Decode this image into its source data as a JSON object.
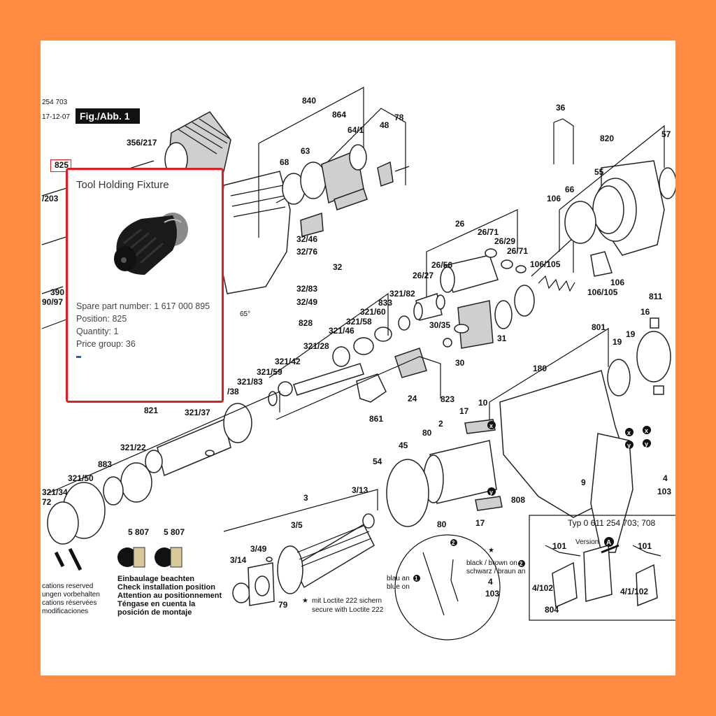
{
  "header": {
    "doc_number": "254 703",
    "date": "17-12-07",
    "fig_label": "Fig./Abb. 1"
  },
  "popup": {
    "title": "Tool Holding Fixture",
    "spare_part_label": "Spare part number:",
    "spare_part_value": "1 617 000 895",
    "position_label": "Position:",
    "position_value": "825",
    "quantity_label": "Quantity:",
    "quantity_value": "1",
    "price_group_label": "Price group:",
    "price_group_value": "36"
  },
  "callouts": {
    "c825": "825",
    "c356_217": "356/217",
    "c203": "/203",
    "c840": "840",
    "c864": "864",
    "c64_1": "64/1",
    "c48": "48",
    "c78": "78",
    "c68": "68",
    "c63": "63",
    "c36": "36",
    "c820": "820",
    "c57": "57",
    "c55": "55",
    "c66": "66",
    "c106a": "106",
    "c26": "26",
    "c26_71a": "26/71",
    "c26_29": "26/29",
    "c26_71b": "26/71",
    "c26_56": "26/56",
    "c26_27": "26/27",
    "c106_105a": "106/105",
    "c106b": "106",
    "c106_105b": "106/105",
    "c32_46": "32/46",
    "c32_76": "32/76",
    "c32": "32",
    "c32_83": "32/83",
    "c32_49": "32/49",
    "c65": "65°",
    "c390": "390",
    "c90_97": "90/97",
    "c321_82": "321/82",
    "c833": "833",
    "c321_60": "321/60",
    "c321_58": "321/58",
    "c321_46": "321/46",
    "c828": "828",
    "c321_28": "321/28",
    "c30_35": "30/35",
    "c31": "31",
    "c30": "30",
    "c811": "811",
    "c16": "16",
    "c801": "801",
    "c19a": "19",
    "c19b": "19",
    "c321_42": "321/42",
    "c321_59": "321/59",
    "c321_83": "321/83",
    "c38": "/38",
    "c24": "24",
    "c861": "861",
    "c823": "823",
    "c180": "180",
    "c10": "10",
    "c821": "821",
    "c321_37": "321/37",
    "c17a": "17",
    "c2": "2",
    "c80a": "80",
    "c45": "45",
    "c321_22": "321/22",
    "c883": "883",
    "c321_50": "321/50",
    "c321_34": "321/34",
    "c72": "72",
    "c54": "54",
    "c3_13": "3/13",
    "c3": "3",
    "c3_5": "3/5",
    "c3_49": "3/49",
    "c3_14": "3/14",
    "c79": "79",
    "c808": "808",
    "c9": "9",
    "c80b": "80",
    "c17b": "17",
    "c4a": "4",
    "c103a": "103",
    "c5a": "5",
    "c807a": "807",
    "c5b": "5",
    "c807b": "807",
    "c101a": "101",
    "c101b": "101",
    "c4_102": "4/102",
    "c804": "804",
    "c4_1_102": "4/1/102",
    "c103b": "103",
    "c4b": "4",
    "cx1": "x",
    "cy1": "y",
    "cx2": "x",
    "cy2": "y",
    "cx3": "x",
    "cy3": "y"
  },
  "notes": {
    "reserved": [
      "cations reserved",
      "ungen vorbehalten",
      "cations réservées",
      "modificaciones"
    ],
    "install": [
      "Einbaulage beachten",
      "Check installation position",
      "Attention au positionnement",
      "Téngase en cuenta la",
      "posición de montaje"
    ],
    "loctite": [
      "mit Loctite 222 sichern",
      "secure with Loctite 222"
    ],
    "wire_black": "black / brown on",
    "wire_schwarz": "schwarz / braun an",
    "wire_blau": "blau an",
    "wire_blue": "blue on",
    "typ": "Typ 0 611 254 703; 708",
    "version": "Version",
    "version_mark": "A",
    "circle1": "1",
    "circle2a": "2",
    "circle2b": "2"
  }
}
